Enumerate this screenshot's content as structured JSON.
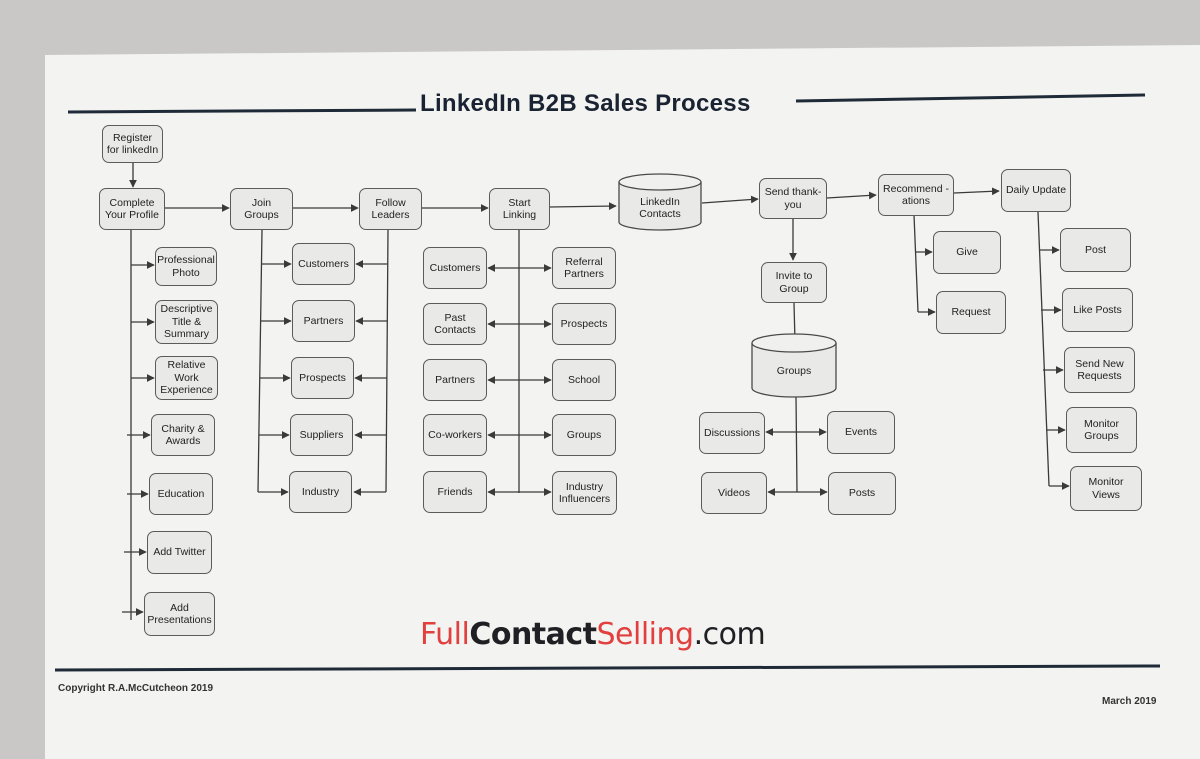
{
  "title": "LinkedIn B2B Sales Process",
  "footer": {
    "copyright": "Copyright R.A.McCutcheon 2019",
    "date": "March 2019",
    "logo_full": "Full",
    "logo_contact": "Contact",
    "logo_selling": "Selling",
    "logo_com": ".com"
  },
  "colors": {
    "paper": "#f3f3f1",
    "node_fill": "#e9e9e7",
    "line": "#3a3a3a",
    "title": "#1a2331",
    "logo_red": "#e2403f",
    "logo_dark": "#1f1f24"
  },
  "nodes": {
    "register": "Register for linkedIn",
    "complete_profile": "Complete Your Profile",
    "professional_photo": "Professional Photo",
    "descriptive_title": "Descriptive Title & Summary",
    "relative_work": "Relative Work Experience",
    "charity": "Charity & Awards",
    "education": "Education",
    "add_twitter": "Add Twitter",
    "add_presentations": "Add Presentations",
    "join_groups": "Join Groups",
    "follow_leaders": "Follow Leaders",
    "jg_customers": "Customers",
    "jg_partners": "Partners",
    "jg_prospects": "Prospects",
    "jg_suppliers": "Suppliers",
    "jg_industry": "Industry",
    "start_linking": "Start Linking",
    "sl_customers": "Customers",
    "sl_past_contacts": "Past Contacts",
    "sl_partners": "Partners",
    "sl_coworkers": "Co-workers",
    "sl_friends": "Friends",
    "sl_referral": "Referral Partners",
    "sl_prospects": "Prospects",
    "sl_school": "School",
    "sl_groups": "Groups",
    "sl_influencers": "Industry Influencers",
    "linkedin_contacts": "LinkedIn Contacts",
    "send_thanks": "Send thank-you",
    "invite_group": "Invite to Group",
    "groups_db": "Groups",
    "discussions": "Discussions",
    "events": "Events",
    "videos": "Videos",
    "posts": "Posts",
    "recommendations": "Recommend -ations",
    "give": "Give",
    "request": "Request",
    "daily_update": "Daily Update",
    "post": "Post",
    "like_posts": "Like Posts",
    "send_requests": "Send New Requests",
    "monitor_groups": "Monitor Groups",
    "monitor_views": "Monitor Views"
  }
}
